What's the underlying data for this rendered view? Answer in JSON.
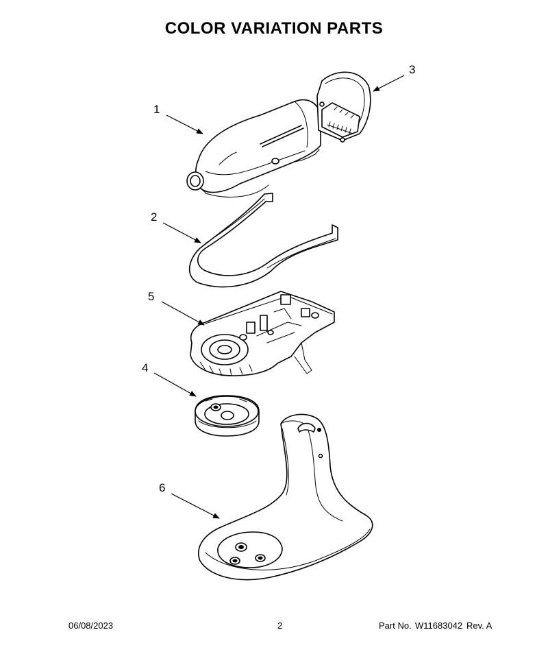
{
  "title": "COLOR VARIATION PARTS",
  "callouts": {
    "c1": "1",
    "c2": "2",
    "c3": "3",
    "c4": "4",
    "c5": "5",
    "c6": "6"
  },
  "footer": {
    "date": "06/08/2023",
    "page": "2",
    "part_label": "Part No.",
    "part_number": "W11683042",
    "revision": "Rev.  A"
  }
}
